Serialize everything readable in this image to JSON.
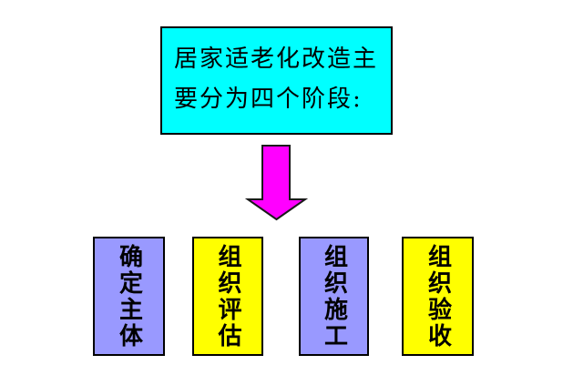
{
  "diagram": {
    "title_box": {
      "line1": "居家适老化改造主",
      "line2": "要分为四个阶段:",
      "bg_color": "#00ffff",
      "border_color": "#000000",
      "text_color": "#000000"
    },
    "arrow": {
      "direction": "down",
      "fill_color": "#ff00ff",
      "stroke_color": "#1a1a1a"
    },
    "stages": [
      {
        "label": "确定主体",
        "bg_color": "#9999ff"
      },
      {
        "label": "组织评估",
        "bg_color": "#ffff00"
      },
      {
        "label": "组织施工",
        "bg_color": "#9999ff"
      },
      {
        "label": "组织验收",
        "bg_color": "#ffff00"
      }
    ]
  }
}
